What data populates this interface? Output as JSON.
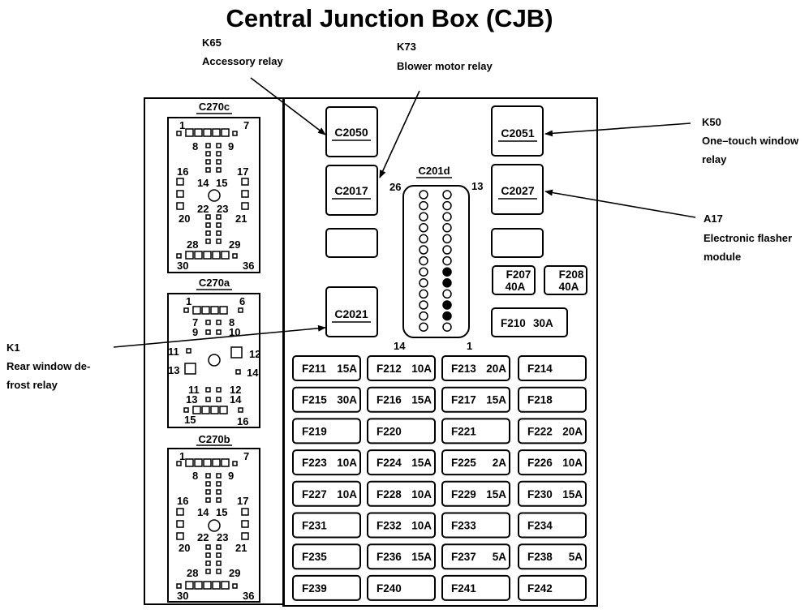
{
  "title": "Central Junction Box (CJB)",
  "colors": {
    "ink": "#000000",
    "background": "#ffffff"
  },
  "callouts": {
    "k65": {
      "id": "K65",
      "desc": [
        "Accessory relay"
      ],
      "target": "C2050"
    },
    "k73": {
      "id": "K73",
      "desc": [
        "Blower motor relay"
      ],
      "target": "C2017"
    },
    "k50": {
      "id": "K50",
      "desc": [
        "One–touch window",
        "relay"
      ],
      "target": "C2051"
    },
    "a17": {
      "id": "A17",
      "desc": [
        "Electronic flasher",
        "module"
      ],
      "target": "C2027"
    },
    "k1": {
      "id": "K1",
      "desc": [
        "Rear window de-",
        "frost relay"
      ],
      "target": "C2021"
    }
  },
  "connectors": {
    "c270c": {
      "name": "C270c",
      "pins": {
        "p1": "1",
        "p7": "7",
        "p8": "8",
        "p9": "9",
        "p16": "16",
        "p17": "17",
        "p14": "14",
        "p15": "15",
        "p22": "22",
        "p23": "23",
        "p20": "20",
        "p21": "21",
        "p28": "28",
        "p29": "29",
        "p30": "30",
        "p36": "36"
      }
    },
    "c270a": {
      "name": "C270a",
      "pins": {
        "p1": "1",
        "p6": "6",
        "p7": "7",
        "p8": "8",
        "p9": "9",
        "p10": "10",
        "p11a": "11",
        "p12a": "12",
        "p13a": "13",
        "p14a": "14",
        "p11b": "11",
        "p12b": "12",
        "p13b": "13",
        "p14b": "14",
        "p15": "15",
        "p16": "16"
      }
    },
    "c270b": {
      "name": "C270b",
      "pins": {
        "p1": "1",
        "p7": "7",
        "p8": "8",
        "p9": "9",
        "p16": "16",
        "p17": "17",
        "p14": "14",
        "p15": "15",
        "p22": "22",
        "p23": "23",
        "p20": "20",
        "p21": "21",
        "p28": "28",
        "p29": "29",
        "p30": "30",
        "p36": "36"
      }
    },
    "c201d": {
      "name": "C201d",
      "corner_labels": {
        "top_left": "26",
        "top_right": "13",
        "bottom_left": "14",
        "bottom_right": "1"
      },
      "rows": 13,
      "left_column_filled": [
        false,
        false,
        false,
        false,
        false,
        false,
        false,
        false,
        false,
        false,
        false,
        false,
        false
      ],
      "right_column_filled": [
        false,
        false,
        false,
        false,
        false,
        false,
        false,
        true,
        true,
        false,
        true,
        true,
        false
      ]
    }
  },
  "relays": {
    "c2050": "C2050",
    "c2051": "C2051",
    "c2017": "C2017",
    "c2027": "C2027",
    "c2021": "C2021",
    "blank_left": "",
    "blank_right": ""
  },
  "maxi_fuses": {
    "f207": {
      "id": "F207",
      "rating": "40A"
    },
    "f208": {
      "id": "F208",
      "rating": "40A"
    },
    "f210": {
      "id": "F210",
      "rating": "30A"
    }
  },
  "fuse_grid": [
    [
      {
        "id": "F211",
        "rating": "15A"
      },
      {
        "id": "F212",
        "rating": "10A"
      },
      {
        "id": "F213",
        "rating": "20A"
      },
      {
        "id": "F214",
        "rating": ""
      }
    ],
    [
      {
        "id": "F215",
        "rating": "30A"
      },
      {
        "id": "F216",
        "rating": "15A"
      },
      {
        "id": "F217",
        "rating": "15A"
      },
      {
        "id": "F218",
        "rating": ""
      }
    ],
    [
      {
        "id": "F219",
        "rating": ""
      },
      {
        "id": "F220",
        "rating": ""
      },
      {
        "id": "F221",
        "rating": ""
      },
      {
        "id": "F222",
        "rating": "20A"
      }
    ],
    [
      {
        "id": "F223",
        "rating": "10A"
      },
      {
        "id": "F224",
        "rating": "15A"
      },
      {
        "id": "F225",
        "rating": "2A"
      },
      {
        "id": "F226",
        "rating": "10A"
      }
    ],
    [
      {
        "id": "F227",
        "rating": "10A"
      },
      {
        "id": "F228",
        "rating": "10A"
      },
      {
        "id": "F229",
        "rating": "15A"
      },
      {
        "id": "F230",
        "rating": "15A"
      }
    ],
    [
      {
        "id": "F231",
        "rating": ""
      },
      {
        "id": "F232",
        "rating": "10A"
      },
      {
        "id": "F233",
        "rating": ""
      },
      {
        "id": "F234",
        "rating": ""
      }
    ],
    [
      {
        "id": "F235",
        "rating": ""
      },
      {
        "id": "F236",
        "rating": "15A"
      },
      {
        "id": "F237",
        "rating": "5A"
      },
      {
        "id": "F238",
        "rating": "5A"
      }
    ],
    [
      {
        "id": "F239",
        "rating": ""
      },
      {
        "id": "F240",
        "rating": ""
      },
      {
        "id": "F241",
        "rating": ""
      },
      {
        "id": "F242",
        "rating": ""
      }
    ]
  ]
}
